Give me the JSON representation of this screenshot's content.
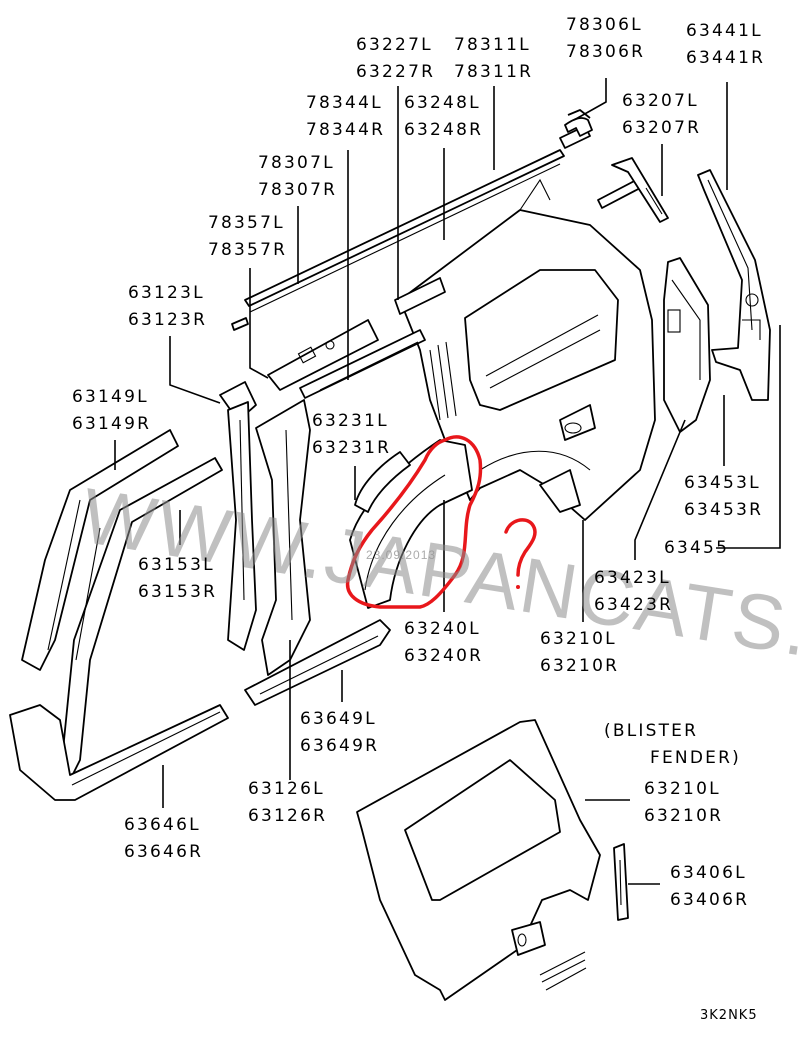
{
  "diagram": {
    "title": "Side body panel parts diagram",
    "diagram_code": "3K2NK5",
    "watermark": "WWW.JAPANCATS.RU",
    "date_stamp": "23.09.2013",
    "annotation_mark": "?",
    "annotation_color": "#e8171b",
    "variant_note": [
      "(BLISTER",
      "FENDER)"
    ],
    "labels": [
      {
        "id": "78306",
        "lines": [
          "78306L",
          "78306R"
        ]
      },
      {
        "id": "63441",
        "lines": [
          "63441L",
          "63441R"
        ]
      },
      {
        "id": "63227",
        "lines": [
          "63227L",
          "63227R"
        ]
      },
      {
        "id": "78311",
        "lines": [
          "78311L",
          "78311R"
        ]
      },
      {
        "id": "78344",
        "lines": [
          "78344L",
          "78344R"
        ]
      },
      {
        "id": "63248",
        "lines": [
          "63248L",
          "63248R"
        ]
      },
      {
        "id": "63207",
        "lines": [
          "63207L",
          "63207R"
        ]
      },
      {
        "id": "78307",
        "lines": [
          "78307L",
          "78307R"
        ]
      },
      {
        "id": "78357",
        "lines": [
          "78357L",
          "78357R"
        ]
      },
      {
        "id": "63123",
        "lines": [
          "63123L",
          "63123R"
        ]
      },
      {
        "id": "63149",
        "lines": [
          "63149L",
          "63149R"
        ]
      },
      {
        "id": "63231",
        "lines": [
          "63231L",
          "63231R"
        ]
      },
      {
        "id": "63153",
        "lines": [
          "63153L",
          "63153R"
        ]
      },
      {
        "id": "63453",
        "lines": [
          "63453L",
          "63453R"
        ]
      },
      {
        "id": "63455",
        "lines": [
          "63455"
        ]
      },
      {
        "id": "63423",
        "lines": [
          "63423L",
          "63423R"
        ]
      },
      {
        "id": "63240",
        "lines": [
          "63240L",
          "63240R"
        ]
      },
      {
        "id": "63210a",
        "lines": [
          "63210L",
          "63210R"
        ]
      },
      {
        "id": "63649",
        "lines": [
          "63649L",
          "63649R"
        ]
      },
      {
        "id": "63646",
        "lines": [
          "63646L",
          "63646R"
        ]
      },
      {
        "id": "63126",
        "lines": [
          "63126L",
          "63126R"
        ]
      },
      {
        "id": "63210b",
        "lines": [
          "63210L",
          "63210R"
        ]
      },
      {
        "id": "63406",
        "lines": [
          "63406L",
          "63406R"
        ]
      }
    ]
  }
}
